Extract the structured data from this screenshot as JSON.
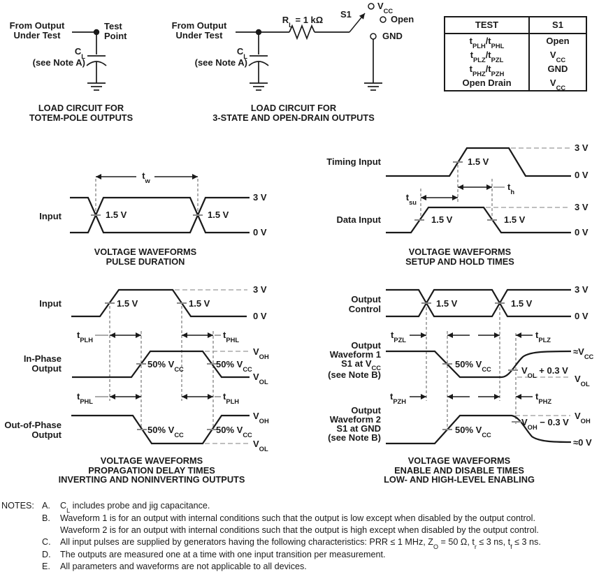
{
  "common": {
    "v15": "1.5 V",
    "v3": "3 V",
    "v0": "0 V",
    "voltage_waveforms": "VOLTAGE WAVEFORMS",
    "pct50_vcc": [
      {
        "t": "50% V"
      },
      {
        "s": "CC"
      }
    ],
    "voh": [
      {
        "t": "V"
      },
      {
        "s": "OH"
      }
    ],
    "vol": [
      {
        "t": "V"
      },
      {
        "s": "OL"
      }
    ],
    "load_circuit_for": "LOAD CIRCUIT FOR",
    "from_output": "From Output",
    "under_test": "Under Test",
    "cl": [
      {
        "t": "C"
      },
      {
        "s": "L"
      }
    ],
    "see_note_a": "(see Note A)",
    "see_note_b": "(see Note B)",
    "input": "Input",
    "output": "Output"
  },
  "load_totem": {
    "test": "Test",
    "point": "Point",
    "caption2": "TOTEM-POLE OUTPUTS"
  },
  "load_3state": {
    "rl": [
      {
        "t": "R"
      },
      {
        "s": "L"
      },
      {
        "t": " = 1 kΩ"
      }
    ],
    "s1": "S1",
    "vcc": [
      {
        "t": "V"
      },
      {
        "s": "CC"
      }
    ],
    "open": "Open",
    "gnd": "GND",
    "caption2": "3-STATE AND OPEN-DRAIN OUTPUTS"
  },
  "test_table": {
    "col1": "TEST",
    "col2": "S1",
    "rows": [
      {
        "test": [
          {
            "t": "t"
          },
          {
            "s": "PLH"
          },
          {
            "t": "/t"
          },
          {
            "s": "PHL"
          }
        ],
        "s1": [
          {
            "t": "Open"
          }
        ]
      },
      {
        "test": [
          {
            "t": "t"
          },
          {
            "s": "PLZ"
          },
          {
            "t": "/t"
          },
          {
            "s": "PZL"
          }
        ],
        "s1": [
          {
            "t": "V"
          },
          {
            "s": "CC"
          }
        ]
      },
      {
        "test": [
          {
            "t": "t"
          },
          {
            "s": "PHZ"
          },
          {
            "t": "/t"
          },
          {
            "s": "PZH"
          }
        ],
        "s1": [
          {
            "t": "GND"
          }
        ]
      },
      {
        "test": [
          {
            "t": "Open Drain"
          }
        ],
        "s1": [
          {
            "t": "V"
          },
          {
            "s": "CC"
          }
        ]
      }
    ]
  },
  "fig_pulse": {
    "tw": [
      {
        "t": "t"
      },
      {
        "s": "w"
      }
    ],
    "caption2": "PULSE DURATION"
  },
  "fig_setup": {
    "timing_input": "Timing Input",
    "data_input": "Data Input",
    "tsu": [
      {
        "t": "t"
      },
      {
        "s": "su"
      }
    ],
    "th": [
      {
        "t": "t"
      },
      {
        "s": "h"
      }
    ],
    "caption2": "SETUP AND HOLD TIMES"
  },
  "fig_prop": {
    "in_phase": "In-Phase",
    "out_of_phase": "Out-of-Phase",
    "tplh": [
      {
        "t": "t"
      },
      {
        "s": "PLH"
      }
    ],
    "tphl": [
      {
        "t": "t"
      },
      {
        "s": "PHL"
      }
    ],
    "caption2": "PROPAGATION DELAY TIMES",
    "caption3": "INVERTING AND NONINVERTING OUTPUTS"
  },
  "fig_enable": {
    "control": "Control",
    "wf1_line2": "Waveform 1",
    "wf1_line3": [
      {
        "t": "S1 at V"
      },
      {
        "s": "CC"
      }
    ],
    "wf2_line2": "Waveform 2",
    "wf2_line3": "S1 at GND",
    "tpzl": [
      {
        "t": "t"
      },
      {
        "s": "PZL"
      }
    ],
    "tplz": [
      {
        "t": "t"
      },
      {
        "s": "PLZ"
      }
    ],
    "tpzh": [
      {
        "t": "t"
      },
      {
        "s": "PZH"
      }
    ],
    "tphz": [
      {
        "t": "t"
      },
      {
        "s": "PHZ"
      }
    ],
    "vol_plus": [
      {
        "t": "V"
      },
      {
        "s": "OL"
      },
      {
        "t": " + 0.3 V"
      }
    ],
    "voh_minus": [
      {
        "t": "V"
      },
      {
        "s": "OH"
      },
      {
        "t": " − 0.3 V"
      }
    ],
    "approx_vcc": [
      {
        "t": "≈V"
      },
      {
        "s": "CC"
      }
    ],
    "approx_0v": "≈0 V",
    "caption2": "ENABLE AND DISABLE TIMES",
    "caption3": "LOW- AND HIGH-LEVEL ENABLING"
  },
  "notes": {
    "label": "NOTES:",
    "a_letter": "A.",
    "a_text": [
      {
        "t": "C"
      },
      {
        "s": "L"
      },
      {
        "t": " includes probe and jig capacitance."
      }
    ],
    "b_letter": "B.",
    "b_line1": "Waveform 1 is for an output with internal conditions such that the output is low except when disabled by the output control.",
    "b_line2": "Waveform 2 is for an output with internal conditions such that the output is high except when disabled by the output control.",
    "c_letter": "C.",
    "c_text": [
      {
        "t": "All input pulses are supplied by generators having the following characteristics:  PRR ≤ 1 MHz, Z"
      },
      {
        "s": "O"
      },
      {
        "t": " = 50 Ω, t"
      },
      {
        "s": "r"
      },
      {
        "t": " ≤ 3 ns, t"
      },
      {
        "s": "f"
      },
      {
        "t": " ≤ 3 ns."
      }
    ],
    "d_letter": "D.",
    "d_text": "The outputs are measured one at a time with one input transition per measurement.",
    "e_letter": "E.",
    "e_text": "All parameters and waveforms are not applicable to all devices."
  }
}
